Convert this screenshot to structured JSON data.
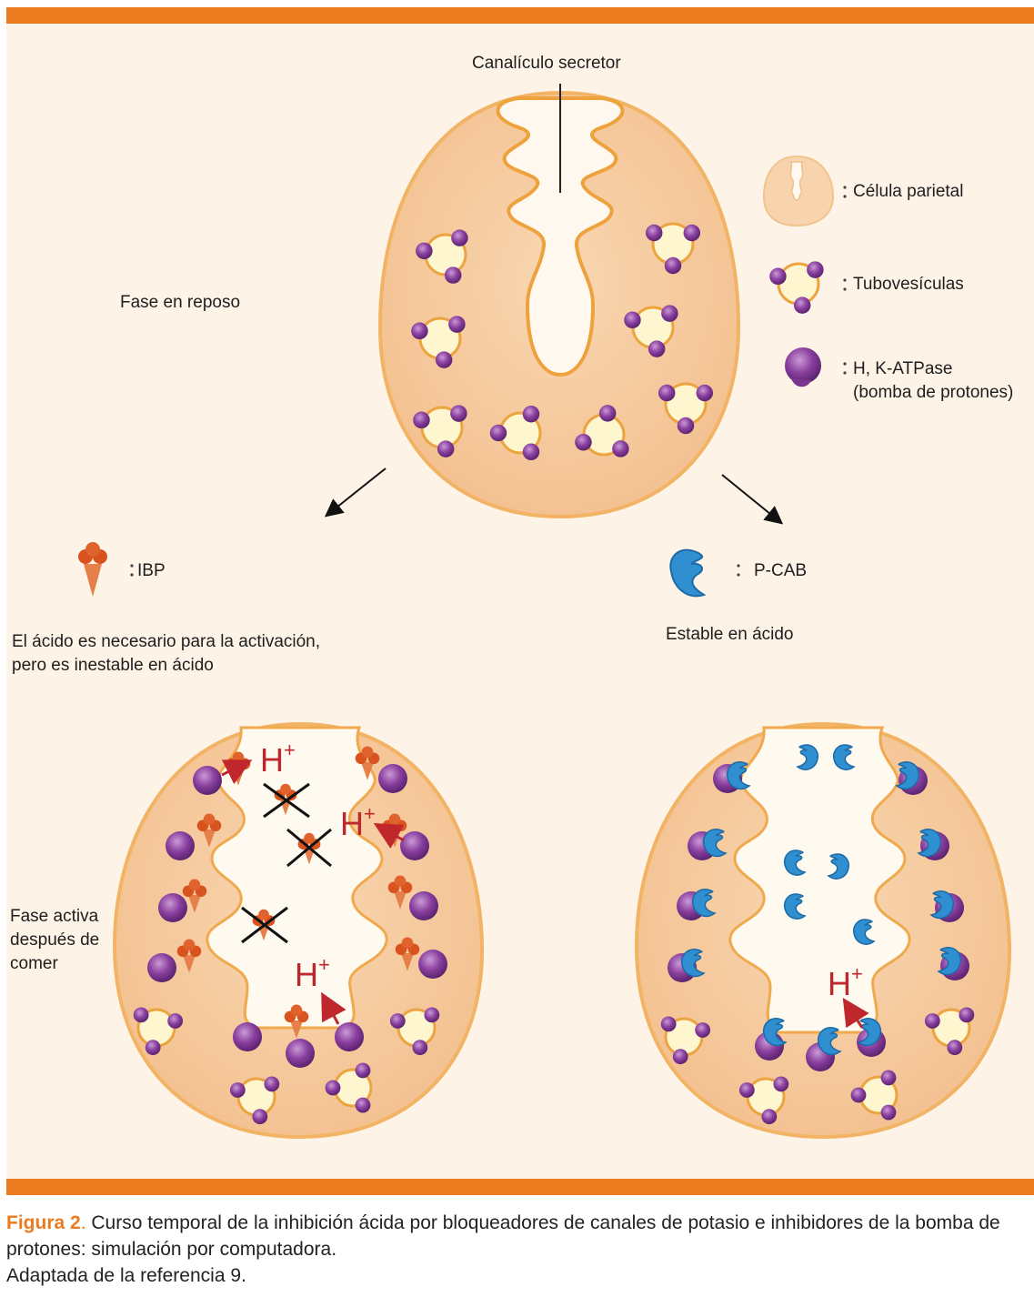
{
  "labels": {
    "canaliculo": "Canalículo secretor",
    "reposo": "Fase en reposo",
    "activa": [
      "Fase activa",
      "después de",
      "comer"
    ],
    "ibp_note": [
      "El ácido es necesario para la activación,",
      "pero es inestable en ácido"
    ],
    "pcab_note": "Estable en ácido",
    "h_plus": "H"
  },
  "legend": {
    "celula": "Célula parietal",
    "tubovesiculas": "Tubovesículas",
    "atpase": [
      "H, K-ATPase",
      "(bomba de protones)"
    ],
    "ibp": "IBP",
    "pcab": "P-CAB"
  },
  "caption": {
    "figure": "Figura 2",
    "text": "Curso temporal de la inhibición ácida por bloqueadores de canales de potasio e inhibidores de la bomba de protones: simulación por computadora.",
    "source": "Adaptada de la referencia 9."
  },
  "colors": {
    "accent_bar": "#ec7a1f",
    "cell_fill": "#f6c99a",
    "cell_border": "#f2b464",
    "lumen": "#fffaf0",
    "pump": "#8a3f9e",
    "ibp_drug": "#d9531e",
    "pcab_drug": "#2f8fd0",
    "arrow_red": "#c0272d",
    "h_red": "#c0272d"
  }
}
